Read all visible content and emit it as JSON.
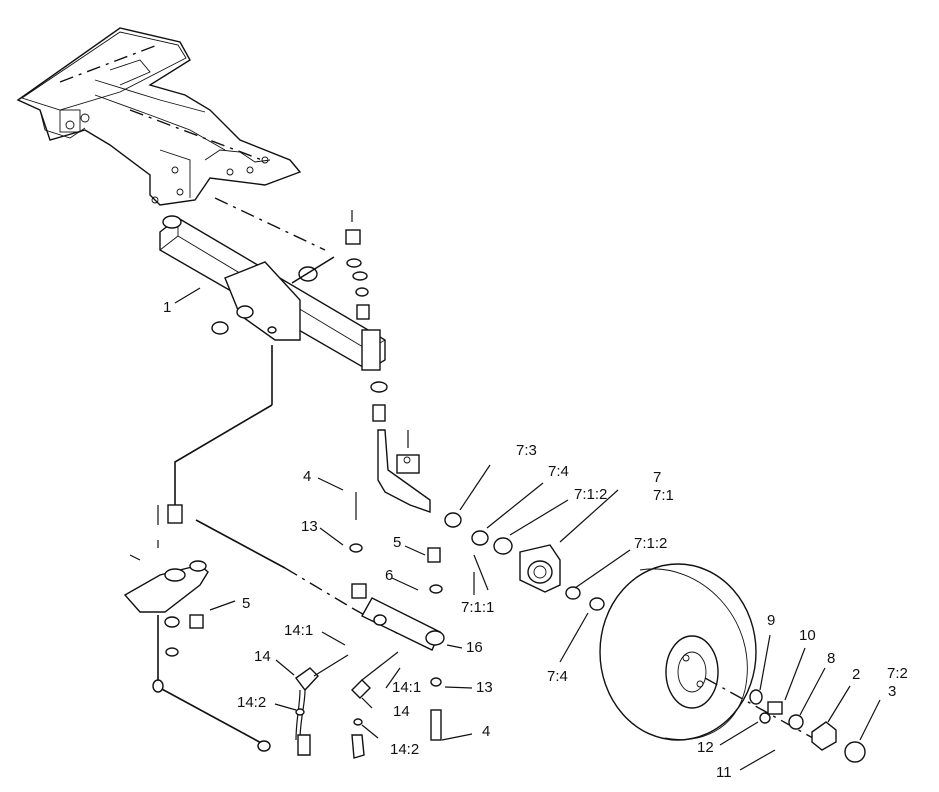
{
  "callouts": {
    "c1": "1",
    "c2": "2",
    "c3": "3",
    "c4_top": "4",
    "c4_bottom": "4",
    "c5_left": "5",
    "c5_center": "5",
    "c6": "6",
    "c7": "7",
    "c7_1": "7:1",
    "c7_1_1": "7:1:1",
    "c7_1_2_top": "7:1:2",
    "c7_1_2_right": "7:1:2",
    "c7_2": "7:2",
    "c7_3": "7:3",
    "c7_4_top": "7:4",
    "c7_4_bottom": "7:4",
    "c8": "8",
    "c9": "9",
    "c10": "10",
    "c11": "11",
    "c12": "12",
    "c13_left": "13",
    "c13_right": "13",
    "c14_left": "14",
    "c14_right": "14",
    "c14_1_left": "14:1",
    "c14_1_right": "14:1",
    "c14_2_left": "14:2",
    "c14_2_right": "14:2",
    "c16": "16"
  }
}
